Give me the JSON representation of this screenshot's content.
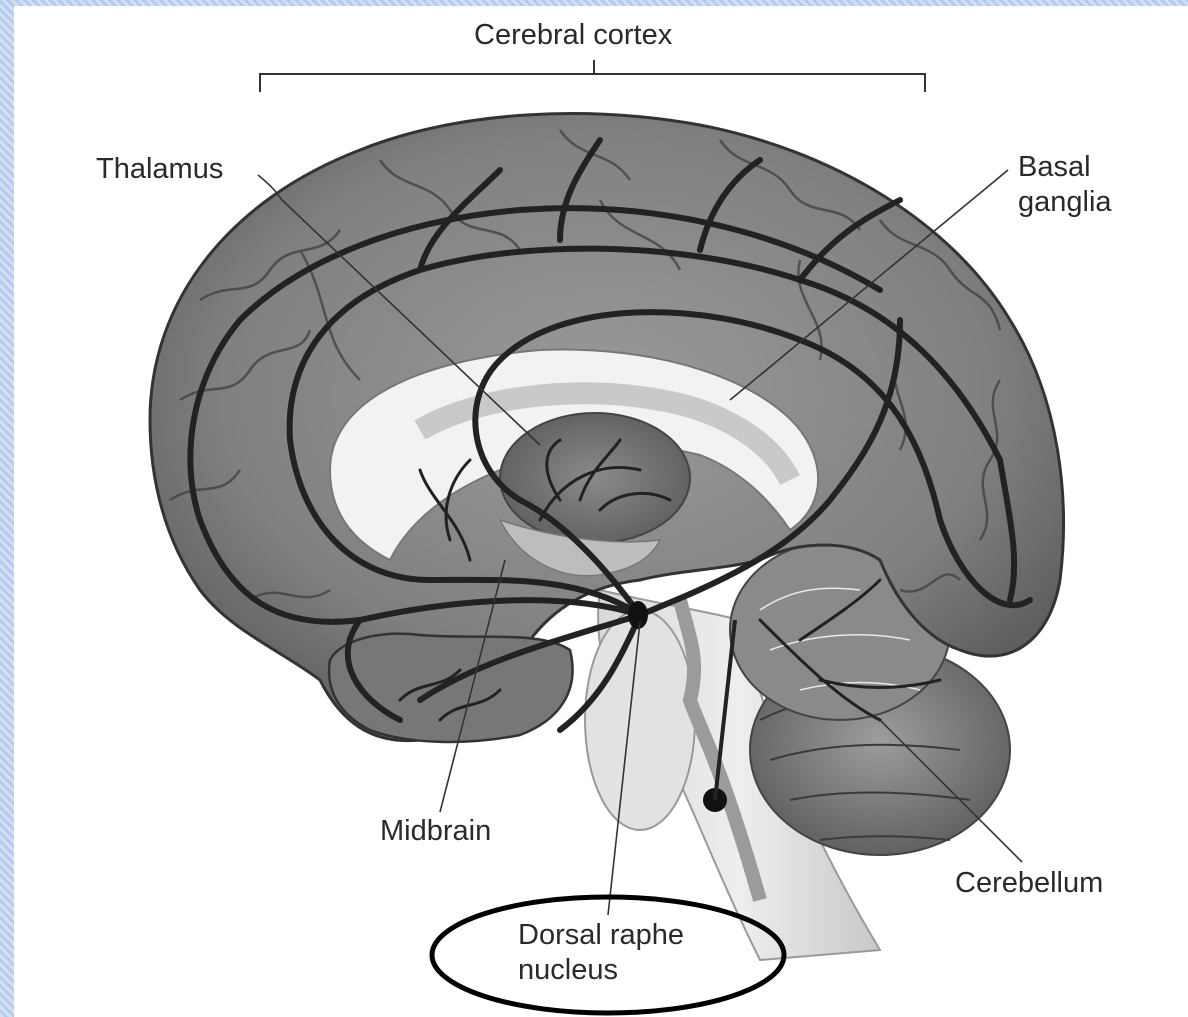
{
  "labels": {
    "cerebral_cortex": "Cerebral cortex",
    "thalamus": "Thalamus",
    "basal_ganglia": "Basal\nganglia",
    "midbrain": "Midbrain",
    "cerebellum": "Cerebellum",
    "dorsal_raphe_nucleus": "Dorsal raphe\nnucleus"
  },
  "colors": {
    "background_frame": "#c2d6f0",
    "panel": "#ffffff",
    "brain_tissue": "#8c8c8c",
    "pathway": "#222222",
    "label_text": "#2a2a2a"
  }
}
